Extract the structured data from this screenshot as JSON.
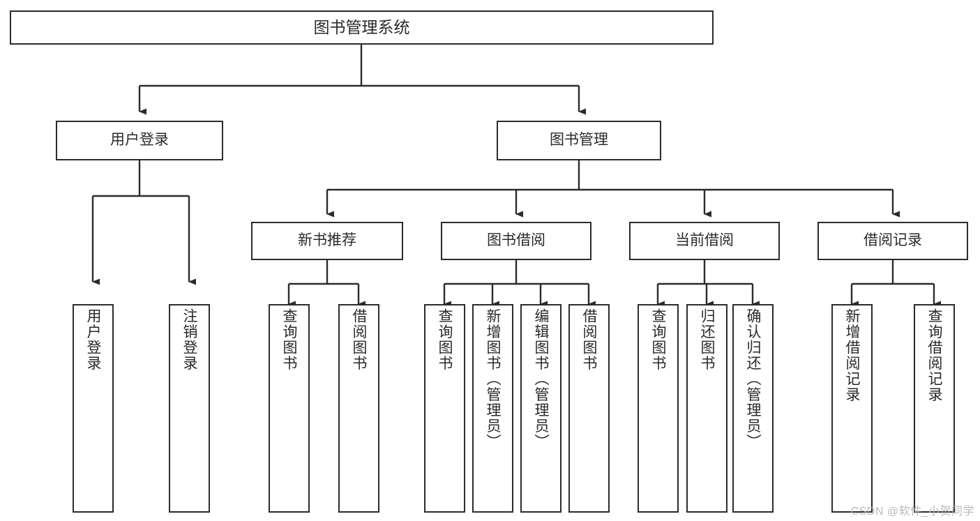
{
  "diagram": {
    "title": "图书管理系统",
    "type": "tree",
    "orientation": "top-down",
    "stroke_color": "#2b2b2b",
    "text_color": "#2a2a2a",
    "background_color": "#ffffff",
    "watermark": "CSDN @软件_小贺同学"
  },
  "nodes": {
    "root": {
      "label": "图书管理系统"
    },
    "level1": [
      {
        "id": "user-login",
        "label": "用户登录"
      },
      {
        "id": "book-manage",
        "label": "图书管理"
      }
    ],
    "level2": [
      {
        "id": "new-book-recommend",
        "label": "新书推荐"
      },
      {
        "id": "book-borrow",
        "label": "图书借阅"
      },
      {
        "id": "current-borrow",
        "label": "当前借阅"
      },
      {
        "id": "borrow-record",
        "label": "借阅记录"
      }
    ],
    "leaves": {
      "user-login": [
        {
          "id": "leaf-user-login",
          "label": "用户登录"
        },
        {
          "id": "leaf-logout-login",
          "label": "注销登录"
        }
      ],
      "new-book-recommend": [
        {
          "id": "leaf-query-book-1",
          "label": "查询图书"
        },
        {
          "id": "leaf-borrow-book-1",
          "label": "借阅图书"
        }
      ],
      "book-borrow": [
        {
          "id": "leaf-query-book-2",
          "label": "查询图书"
        },
        {
          "id": "leaf-add-book",
          "label": "新增图书（管理员）"
        },
        {
          "id": "leaf-edit-book",
          "label": "编辑图书（管理员）"
        },
        {
          "id": "leaf-borrow-book-2",
          "label": "借阅图书"
        }
      ],
      "current-borrow": [
        {
          "id": "leaf-query-book-3",
          "label": "查询图书"
        },
        {
          "id": "leaf-return-book",
          "label": "归还图书"
        },
        {
          "id": "leaf-confirm-return",
          "label": "确认归还（管理员）"
        }
      ],
      "borrow-record": [
        {
          "id": "leaf-add-record",
          "label": "新增借阅记录"
        },
        {
          "id": "leaf-query-record",
          "label": "查询借阅记录"
        }
      ]
    }
  }
}
